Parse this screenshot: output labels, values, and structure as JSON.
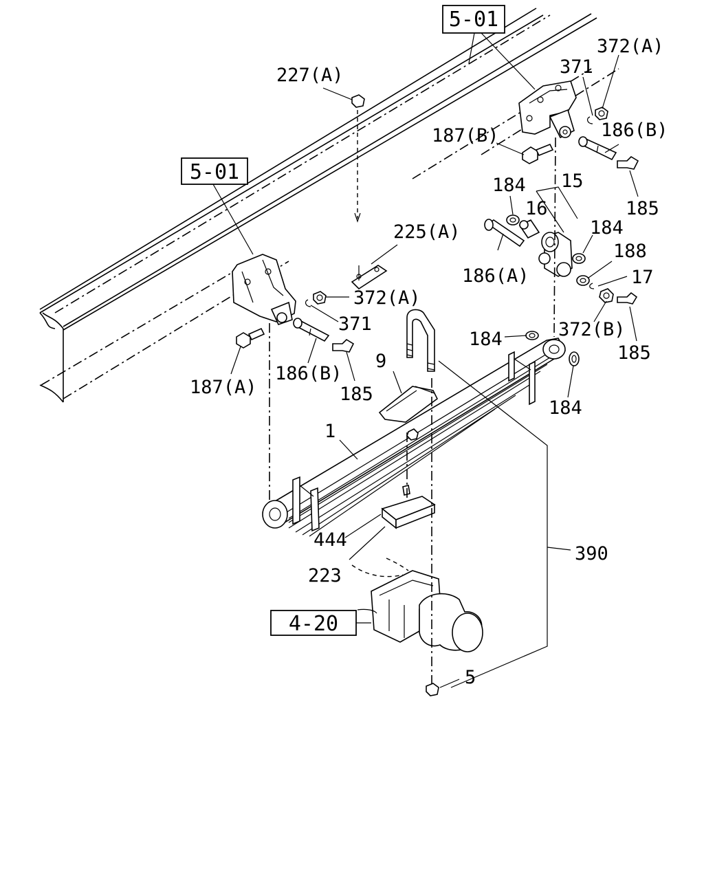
{
  "references": {
    "frame_top": "5-01",
    "frame_left": "5-01",
    "axle": "4-20"
  },
  "labels": {
    "p227A": "227(A)",
    "p371_top": "371",
    "p372A_top": "372(A)",
    "p187B": "187(B)",
    "p186B_top": "186(B)",
    "p184_a": "184",
    "p15": "15",
    "p16": "16",
    "p185_top": "185",
    "p225A": "225(A)",
    "p184_b": "184",
    "p188": "188",
    "p186A": "186(A)",
    "p17": "17",
    "p372A_left": "372(A)",
    "p371_left": "371",
    "p184_c": "184",
    "p372B": "372(B)",
    "p185_right": "185",
    "p187A": "187(A)",
    "p186B_left": "186(B)",
    "p9": "9",
    "p185_left": "185",
    "p184_d": "184",
    "p1": "1",
    "p444": "444",
    "p390": "390",
    "p223": "223",
    "p5": "5"
  }
}
